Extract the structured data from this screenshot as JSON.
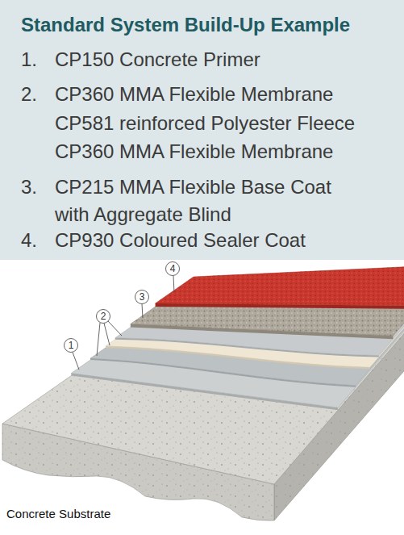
{
  "diagram": {
    "title": "Standard System Build-Up Example",
    "labels": [
      "1.",
      "CP150 Concrete Primer",
      "2.",
      "CP360 MMA Flexible Membrane",
      "CP581 reinforced Polyester Fleece",
      "CP360 MMA Flexible Membrane",
      "3.",
      "CP215 MMA Flexible Base Coat with Aggregate Blind",
      "4.",
      "CP930 Coloured Sealer Coat",
      "1",
      "2",
      "3",
      "4",
      "Concrete Substrate"
    ]
  }
}
